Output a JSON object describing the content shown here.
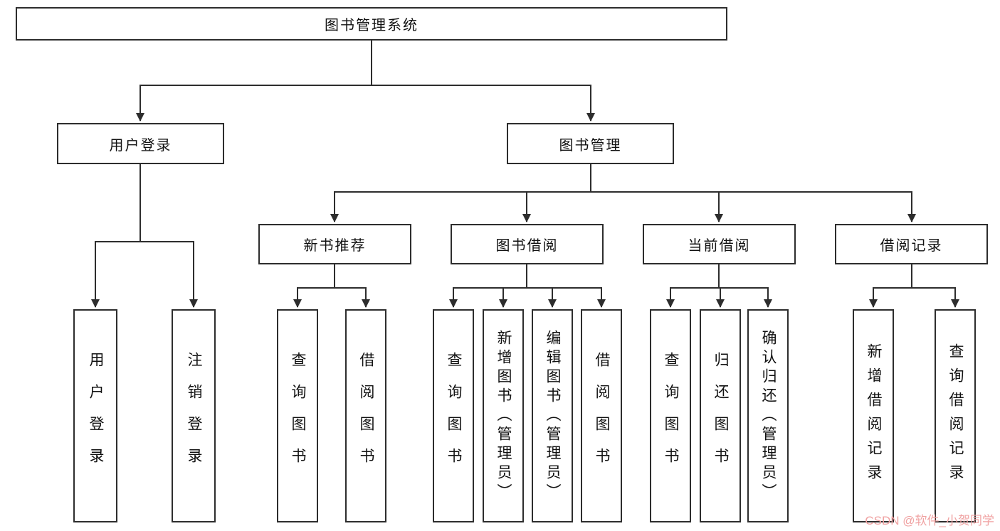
{
  "nodes": {
    "root": {
      "label": "图书管理系统"
    },
    "level1": [
      {
        "label": "用户登录"
      },
      {
        "label": "图书管理"
      }
    ],
    "level2": [
      {
        "label": "新书推荐"
      },
      {
        "label": "图书借阅"
      },
      {
        "label": "当前借阅"
      },
      {
        "label": "借阅记录"
      }
    ],
    "leaves": [
      {
        "label": "用户登录"
      },
      {
        "label": "注销登录"
      },
      {
        "label": "查询图书"
      },
      {
        "label": "借阅图书"
      },
      {
        "label": "查询图书"
      },
      {
        "label": "新增图书（管理员）"
      },
      {
        "label": "编辑图书（管理员）"
      },
      {
        "label": "借阅图书"
      },
      {
        "label": "查询图书"
      },
      {
        "label": "归还图书"
      },
      {
        "label": "确认归还（管理员）"
      },
      {
        "label": "新增借阅记录"
      },
      {
        "label": "查询借阅记录"
      }
    ]
  },
  "colors": {
    "line": "#2d2d2d",
    "watermark": "#f0a2a2"
  },
  "watermark": "CSDN @软件_小贺同学"
}
